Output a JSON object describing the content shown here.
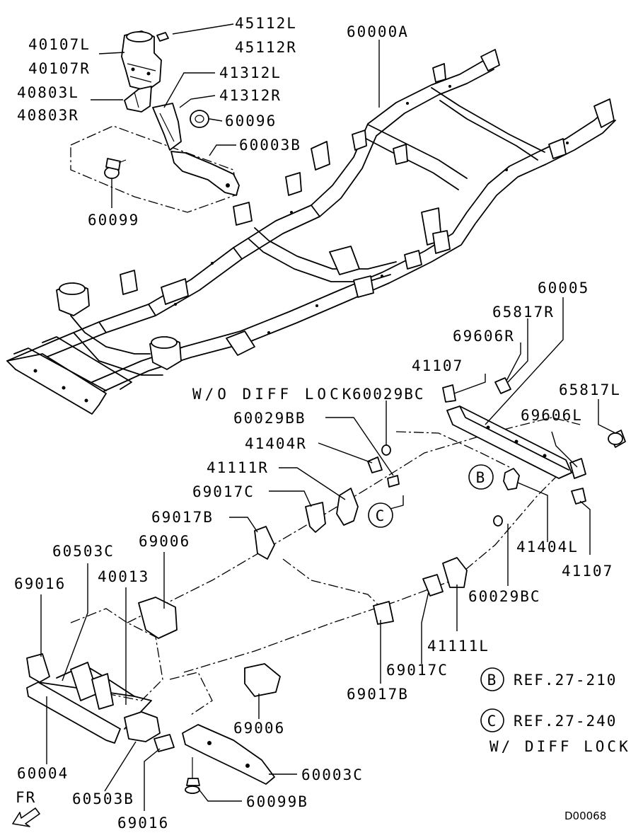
{
  "labels": {
    "p45112L": "45112L",
    "p45112R": "45112R",
    "p40107L": "40107L",
    "p40107R": "40107R",
    "p41312L": "41312L",
    "p41312R": "41312R",
    "p40803L": "40803L",
    "p40803R": "40803R",
    "p60096": "60096",
    "p60003B": "60003B",
    "p60099": "60099",
    "p60000A": "60000A",
    "p60005": "60005",
    "p65817R": "65817R",
    "p69606R": "69606R",
    "p41107a": "41107",
    "wo_diff": "W/O DIFF LOCK",
    "p60029BC_a": "60029BC",
    "p65817L": "65817L",
    "p69606L": "69606L",
    "p60029BB": "60029BB",
    "p41404R": "41404R",
    "p41111R": "41111R",
    "p69017C_a": "69017C",
    "p69017B_a": "69017B",
    "p69006_a": "69006",
    "p60503C": "60503C",
    "p40013": "40013",
    "p69016_a": "69016",
    "p41404L": "41404L",
    "p41107b": "41107",
    "p60029BC_b": "60029BC",
    "p41111L": "41111L",
    "p69017C_b": "69017C",
    "p69017B_b": "69017B",
    "p69006_b": "69006",
    "p60004": "60004",
    "p60503B": "60503B",
    "p69016_b": "69016",
    "p60003C": "60003C",
    "p60099B": "60099B",
    "fr": "FR",
    "drawing_no": "D00068"
  },
  "callouts": {
    "b_letter": "B",
    "c_letter": "C",
    "legend_b_letter": "B",
    "legend_b_text": "REF.27-210",
    "legend_c_letter": "C",
    "legend_c_text": "REF.27-240",
    "w_diff": "W/ DIFF LOCK"
  }
}
